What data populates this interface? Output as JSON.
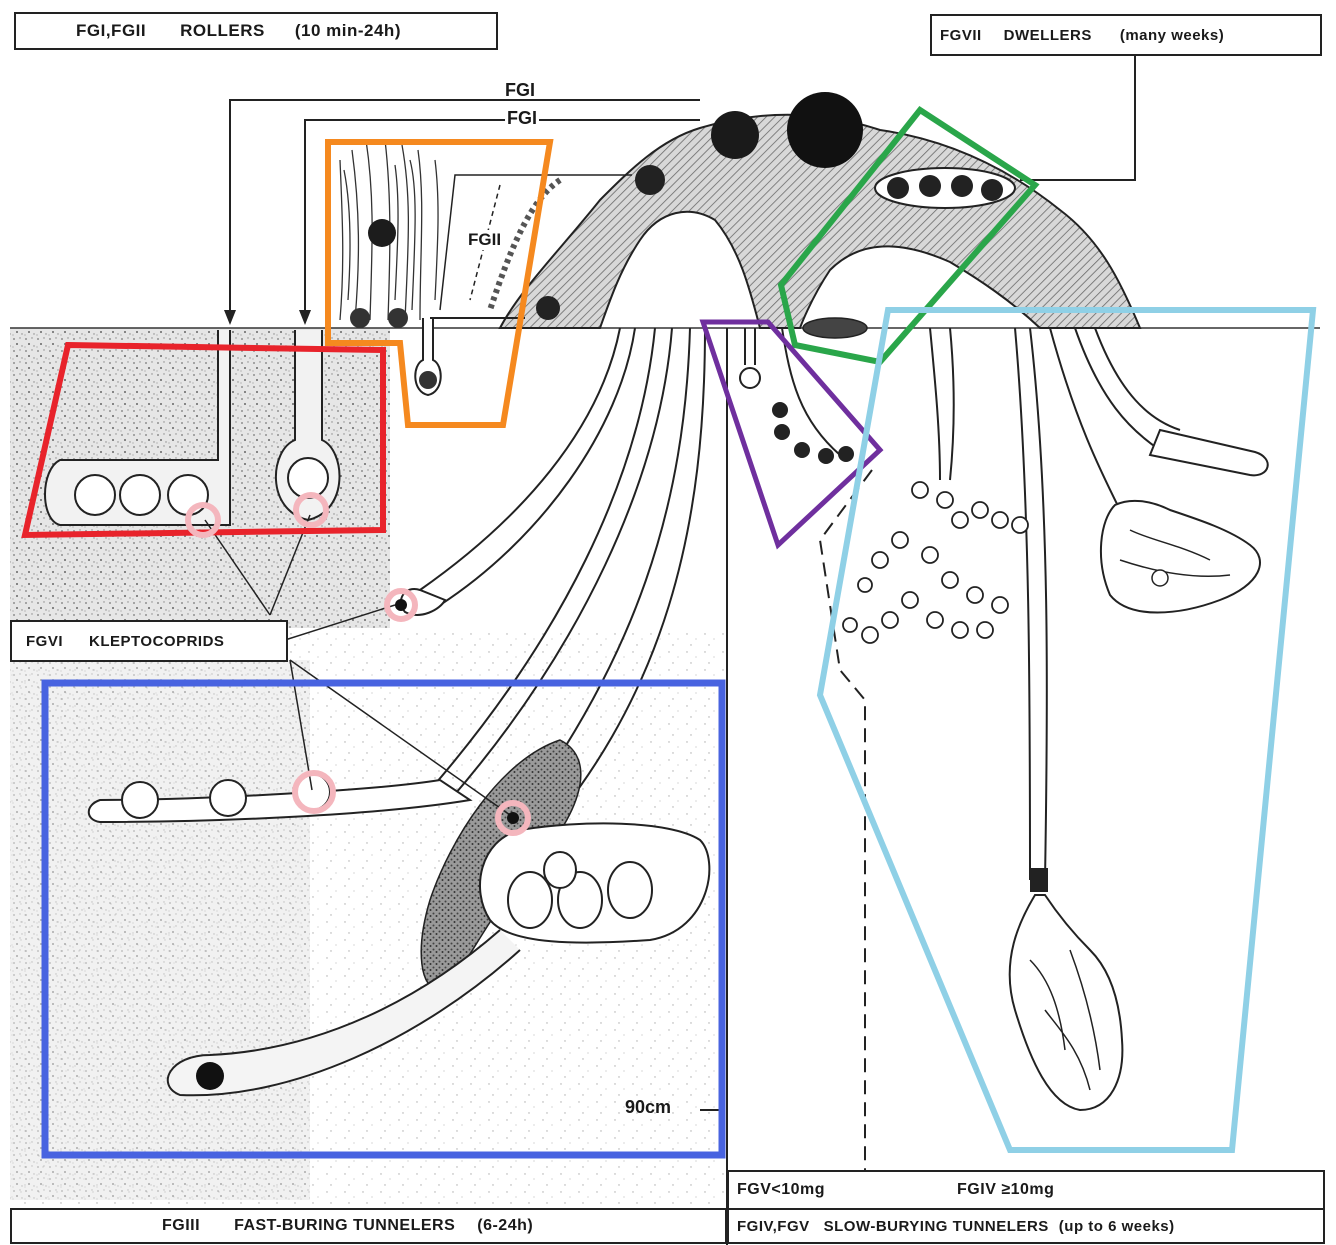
{
  "labels": {
    "rollers": {
      "group": "FGI,FGII",
      "name": "ROLLERS",
      "time": "(10 min-24h)"
    },
    "dwellers": {
      "group": "FGVII",
      "name": "DWELLERS",
      "time": "(many weeks)"
    },
    "kleptocoprids": {
      "group": "FGVI",
      "name": "KLEPTOCOPRIDS"
    },
    "fast_tunnelers": {
      "group": "FGIII",
      "name": "FAST-BURING TUNNELERS",
      "time": "(6-24h)"
    },
    "slow_tunnelers": {
      "group": "FGIV,FGV",
      "name": "SLOW-BURYING TUNNELERS",
      "time": "(up to 6 weeks)"
    },
    "fgv_weight": "FGV<10mg",
    "fgiv_weight": "FGIV ≥10mg"
  },
  "inline": {
    "fgi_top": "FGI",
    "fgi_second": "FGI",
    "fgii": "FGII",
    "depth": "90cm"
  },
  "highlights": [
    {
      "id": "fgvi-red",
      "color": "#e8232b"
    },
    {
      "id": "fgii-orange",
      "color": "#f5891f"
    },
    {
      "id": "fgvii-green",
      "color": "#2aa64a"
    },
    {
      "id": "fgv-purple",
      "color": "#6f2f9e"
    },
    {
      "id": "fgiv-lightblue",
      "color": "#8fd0e6"
    },
    {
      "id": "fgiii-blue",
      "color": "#4863e0"
    }
  ],
  "markers": {
    "color": "#f4b6bd"
  }
}
